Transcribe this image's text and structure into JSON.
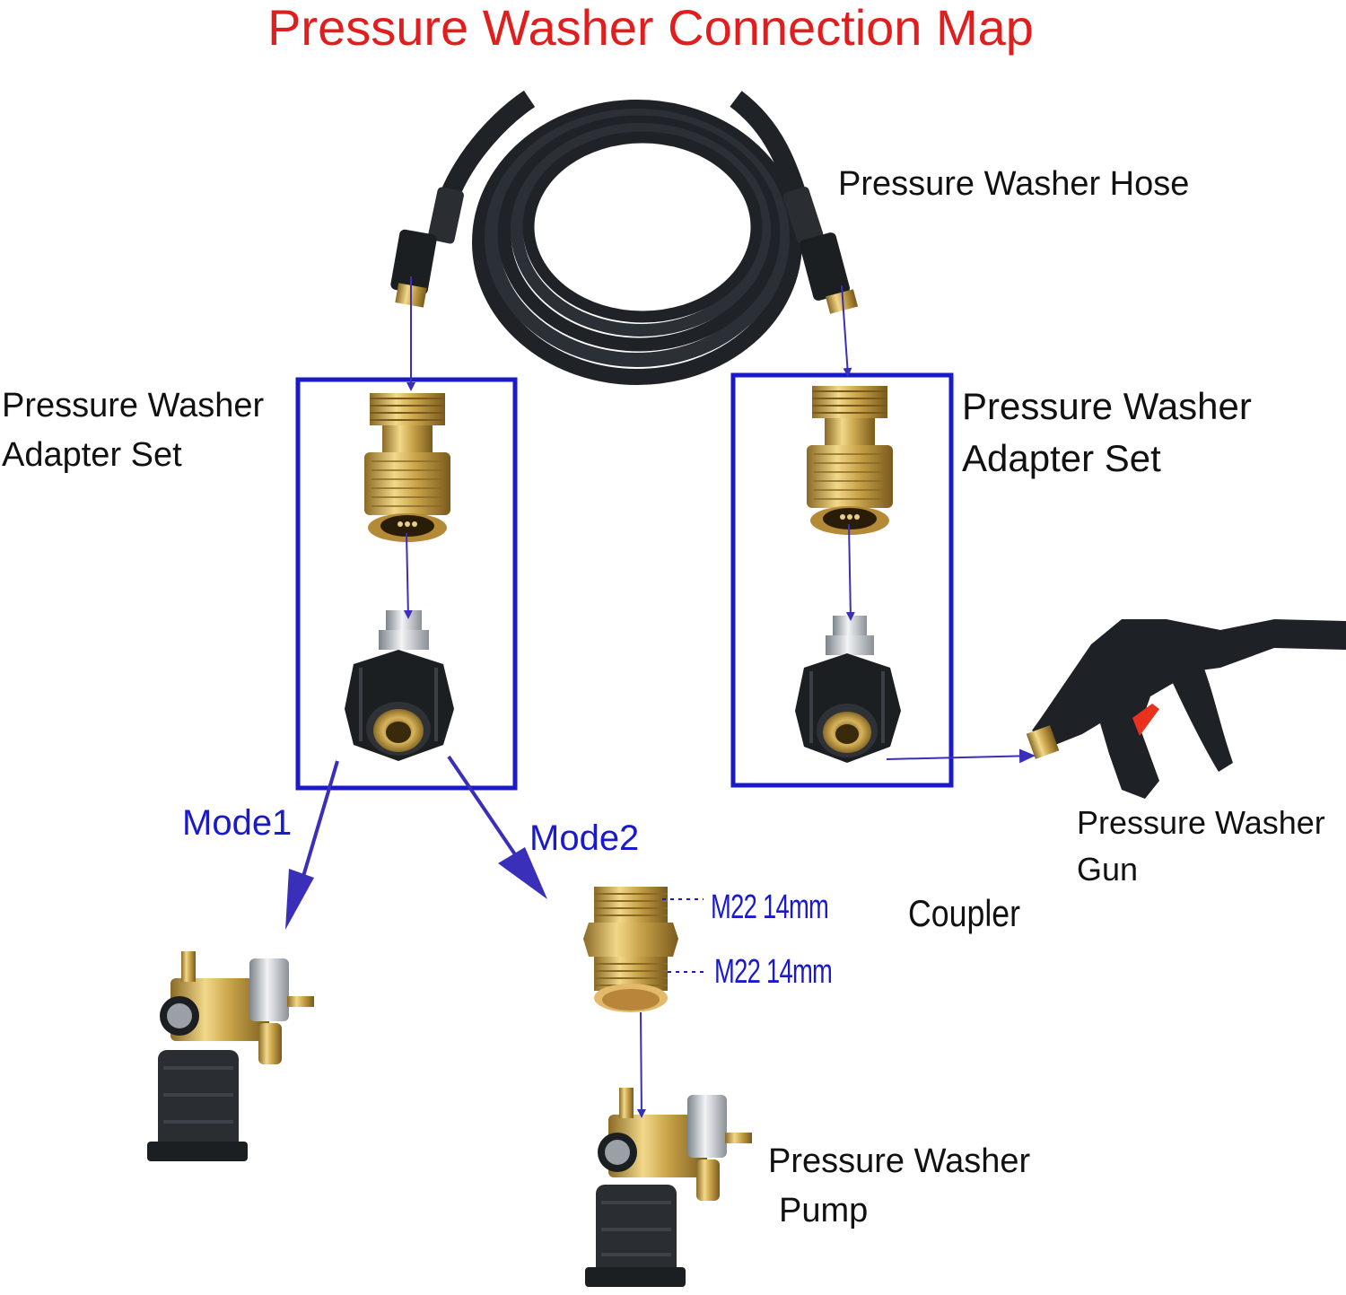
{
  "title": "Pressure Washer Connection Map",
  "labels": {
    "hose": "Pressure Washer Hose",
    "adapter_left_line1": "Pressure Washer",
    "adapter_left_line2": "Adapter Set",
    "adapter_right_line1": "Pressure Washer",
    "adapter_right_line2": "Adapter Set",
    "gun_line1": "Pressure Washer",
    "gun_line2": "Gun",
    "coupler": "Coupler",
    "pump_line1": "Pressure Washer",
    "pump_line2": "Pump"
  },
  "modes": {
    "mode1": "Mode1",
    "mode2": "Mode2"
  },
  "dimensions": {
    "top": "M22 14mm",
    "bottom": "M22 14mm"
  },
  "colors": {
    "title": "#e01e1e",
    "frame": "#1a1acb",
    "arrow": "#3a2fb8",
    "brass": "#c9a44a",
    "black_part": "#1c1f22",
    "steel": "#c8cdd2"
  }
}
